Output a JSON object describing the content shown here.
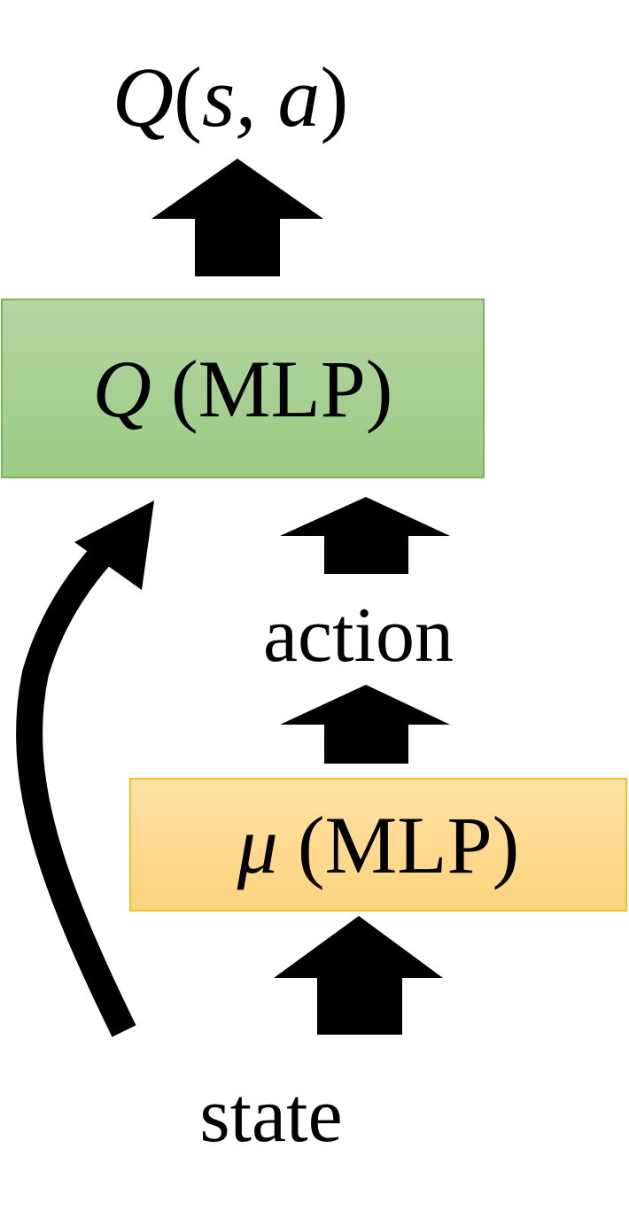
{
  "output": {
    "symbol": "Q",
    "open_paren": "(",
    "args": "s, a",
    "close_paren": ")"
  },
  "q_network": {
    "symbol": "Q",
    "label": "(MLP)",
    "fill_color": "#a9d18e",
    "border_color": "#7fb35f"
  },
  "action": {
    "label": "action"
  },
  "mu_network": {
    "symbol": "μ",
    "label": "(MLP)",
    "fill_color": "#ffd97f",
    "border_color": "#efc02a"
  },
  "state": {
    "label": "state"
  },
  "arrow_color": "#000000"
}
